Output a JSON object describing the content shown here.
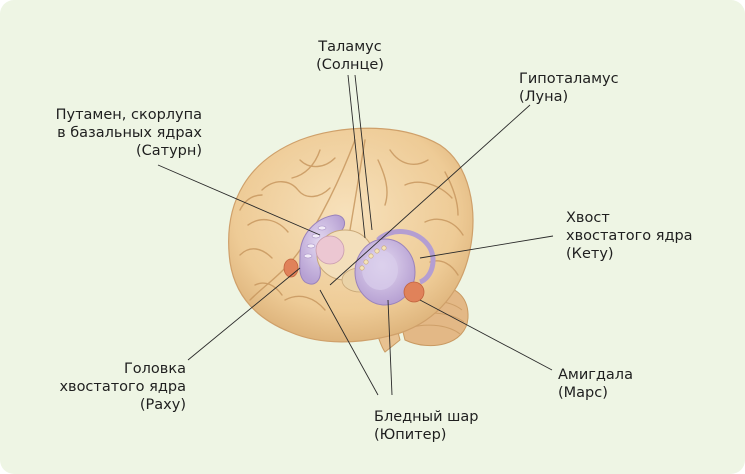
{
  "diagram": {
    "labels": {
      "thalamus": "Таламус\n(Солнце)",
      "hypothalamus": "Гипоталамус\n(Луна)",
      "putamen": "Путамен, скорлупа\nв базальных ядрах\n(Сатурн)",
      "caudate_tail": "Хвост\nхвостатого ядра\n(Кету)",
      "caudate_head": "Головка\nхвостатого ядра\n(Раху)",
      "amygdala": "Амигдала\n(Марс)",
      "globus_pallidus": "Бледный шар\n(Юпитер)"
    },
    "colors": {
      "background": "#eef5e4",
      "brain": "#f2d3a4",
      "brain_shadow": "#d7ad77",
      "basal_ganglia": "#c9b6df",
      "thalamus": "#f0dcb6",
      "amygdala": "#e08258",
      "leader_line": "#2a2a2a"
    }
  }
}
